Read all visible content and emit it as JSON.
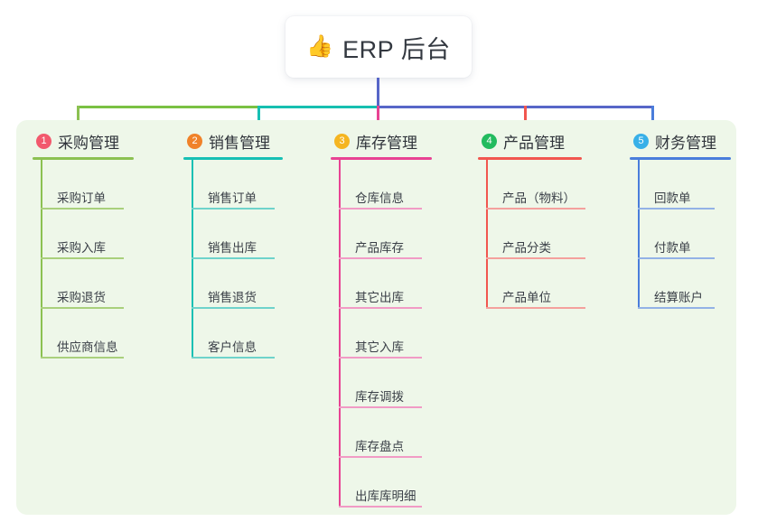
{
  "root": {
    "icon": "thumbs-up-icon",
    "emoji": "👍",
    "title": "ERP 后台"
  },
  "colors": {
    "panel_bg": "#eef7e9",
    "root_stem": "#5766c8",
    "bus_green": "#7ac143",
    "bus_teal": "#16bfb0",
    "bus_blue": "#5766c8",
    "col1": "#8cc152",
    "col2": "#17c0b4",
    "col3": "#e84393",
    "col4": "#f1564f",
    "col5": "#4a7ddb",
    "leaf1": "#a9d07c",
    "leaf2": "#6fd3cb",
    "leaf3": "#f19bc5",
    "leaf4": "#f4a19d",
    "leaf5": "#93b2e6",
    "badge1": "#f2596d",
    "badge2": "#f08229",
    "badge3": "#f5b521",
    "badge4": "#22bb5e",
    "badge5": "#38b0e8"
  },
  "columns": [
    {
      "number": "1",
      "title": "采购管理",
      "items": [
        "采购订单",
        "采购入库",
        "采购退货",
        "供应商信息"
      ]
    },
    {
      "number": "2",
      "title": "销售管理",
      "items": [
        "销售订单",
        "销售出库",
        "销售退货",
        "客户信息"
      ]
    },
    {
      "number": "3",
      "title": "库存管理",
      "items": [
        "仓库信息",
        "产品库存",
        "其它出库",
        "其它入库",
        "库存调拨",
        "库存盘点",
        "出库库明细"
      ]
    },
    {
      "number": "4",
      "title": "产品管理",
      "items": [
        "产品（物料）",
        "产品分类",
        "产品单位"
      ]
    },
    {
      "number": "5",
      "title": "财务管理",
      "items": [
        "回款单",
        "付款单",
        "结算账户"
      ]
    }
  ]
}
